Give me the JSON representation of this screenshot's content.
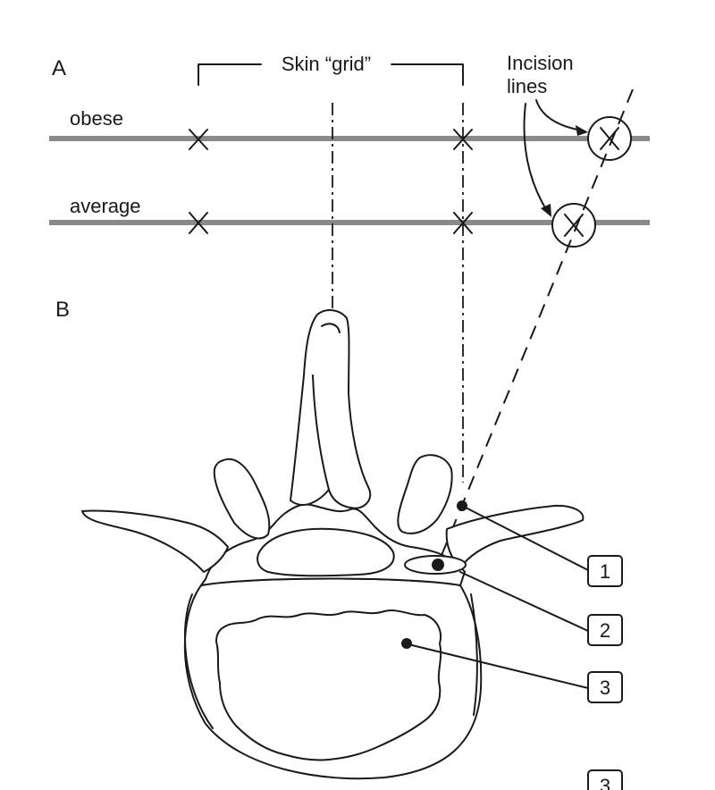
{
  "panel_a": {
    "letter": "A",
    "grid_label": "Skin “grid”",
    "incision_label_line1": "Incision",
    "incision_label_line2": "lines",
    "rows": [
      {
        "label": "obese"
      },
      {
        "label": "average"
      }
    ]
  },
  "panel_b": {
    "letter": "B",
    "callouts": [
      "1",
      "2",
      "3"
    ],
    "corner_fragment": "3"
  }
}
